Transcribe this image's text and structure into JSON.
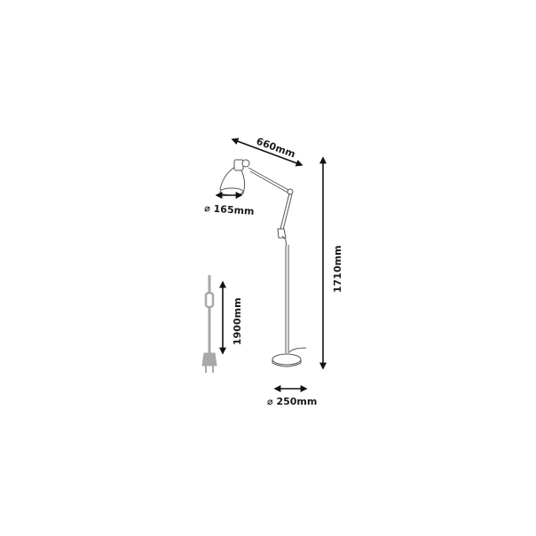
{
  "diagram": {
    "subject": "Floor lamp with adjustable arm",
    "dimensions": {
      "arm_reach": "660mm",
      "shade_diameter": "⌀ 165mm",
      "height": "1710mm",
      "base_diameter": "⌀ 250mm",
      "cable_length": "1900mm"
    }
  },
  "colors": {
    "arrow": "#111111",
    "line_art": "#555555",
    "cable": "#a8a8a8"
  }
}
